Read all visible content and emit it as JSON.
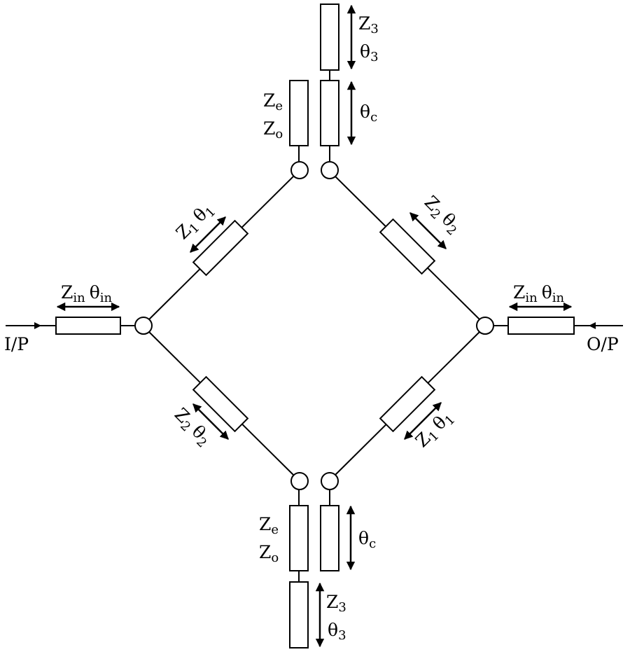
{
  "ports": {
    "input": "I/P",
    "output": "O/P"
  },
  "symbols": {
    "Z": "Z",
    "theta": "θ",
    "sub_in": "in",
    "sub_1": "1",
    "sub_2": "2",
    "sub_3": "3",
    "sub_e": "e",
    "sub_o": "o",
    "sub_c": "c"
  },
  "colors": {
    "stroke": "#000000",
    "background": "#ffffff"
  }
}
